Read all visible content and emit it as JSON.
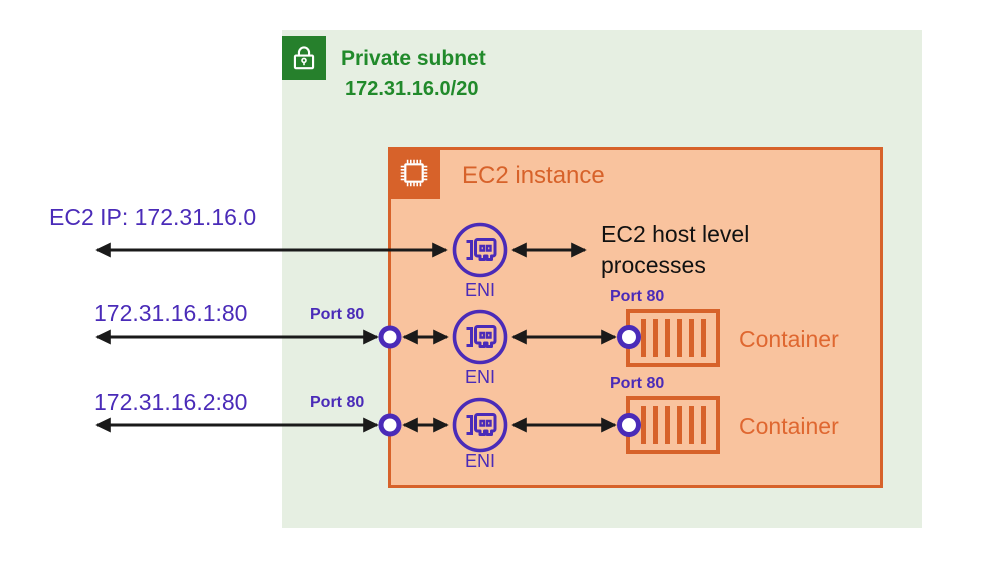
{
  "subnet": {
    "label": "Private subnet",
    "cidr": "172.31.16.0/20",
    "icon": "lock-icon"
  },
  "ec2": {
    "label": "EC2 instance",
    "icon": "chip-icon"
  },
  "host_row": {
    "ip_label": "EC2 IP: 172.31.16.0",
    "eni_label": "ENI",
    "process_label": "EC2 host level processes"
  },
  "container_rows": [
    {
      "ip_label": "172.31.16.1:80",
      "port_label": "Port 80",
      "eni_label": "ENI",
      "container_port_label": "Port 80",
      "container_label": "Container",
      "container_icon": "container-icon"
    },
    {
      "ip_label": "172.31.16.2:80",
      "port_label": "Port 80",
      "eni_label": "ENI",
      "container_port_label": "Port 80",
      "container_label": "Container",
      "container_icon": "container-icon"
    }
  ],
  "colors": {
    "subnet_fill": "#e6efe2",
    "subnet_green": "#218a2b",
    "lock_square": "#26802c",
    "ec2_fill": "#f9c39e",
    "ec2_orange": "#d7622a",
    "container_orange": "#df6730",
    "eni_purple": "#4a2bb8",
    "arrow_black": "#1a1a1a"
  }
}
